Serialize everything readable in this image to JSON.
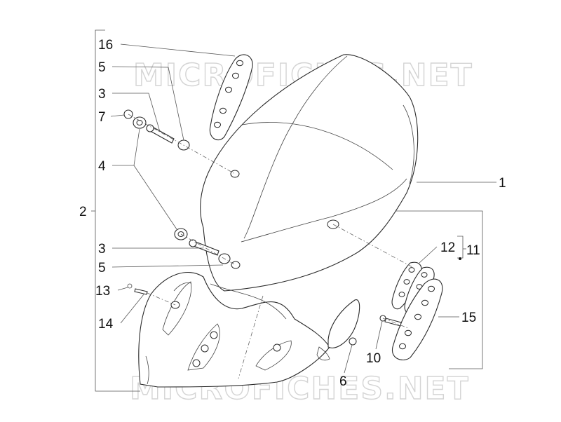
{
  "watermark": "MICROFICHES.NET",
  "labels": {
    "p16": "16",
    "p5_top": "5",
    "p3_top": "3",
    "p7": "7",
    "p4": "4",
    "p2": "2",
    "p1": "1",
    "p3_mid": "3",
    "p5_mid": "5",
    "p13": "13",
    "p14": "14",
    "p12": "12",
    "p11": "11",
    "p15": "15",
    "p10": "10",
    "p6": "6"
  }
}
